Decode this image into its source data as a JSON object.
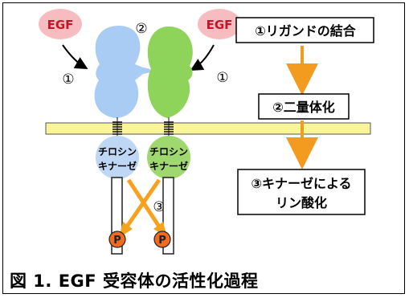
{
  "ligand": {
    "label": "EGF"
  },
  "markers": {
    "one": "①",
    "two": "②",
    "three": "③"
  },
  "kinase": {
    "line1": "チロシン",
    "line2": "キナーゼ"
  },
  "phosphate": {
    "label": "P"
  },
  "steps": [
    {
      "label": "①リガンドの結合"
    },
    {
      "label": "②二量体化"
    },
    {
      "label_line1": "③キナーゼによる",
      "label_line2": "リン酸化"
    }
  ],
  "caption": "図 1. EGF 受容体の活性化過程",
  "colors": {
    "ligand": "#f7bcc0",
    "ligand_text": "#c0182a",
    "receptor_left": "#a8ccf3",
    "receptor_right": "#8ed35a",
    "membrane": "#fbf59a",
    "flow_arrow": "#f29b1f",
    "cross_arrow": "#f7a21f",
    "phosphate": "#f26a1f"
  }
}
